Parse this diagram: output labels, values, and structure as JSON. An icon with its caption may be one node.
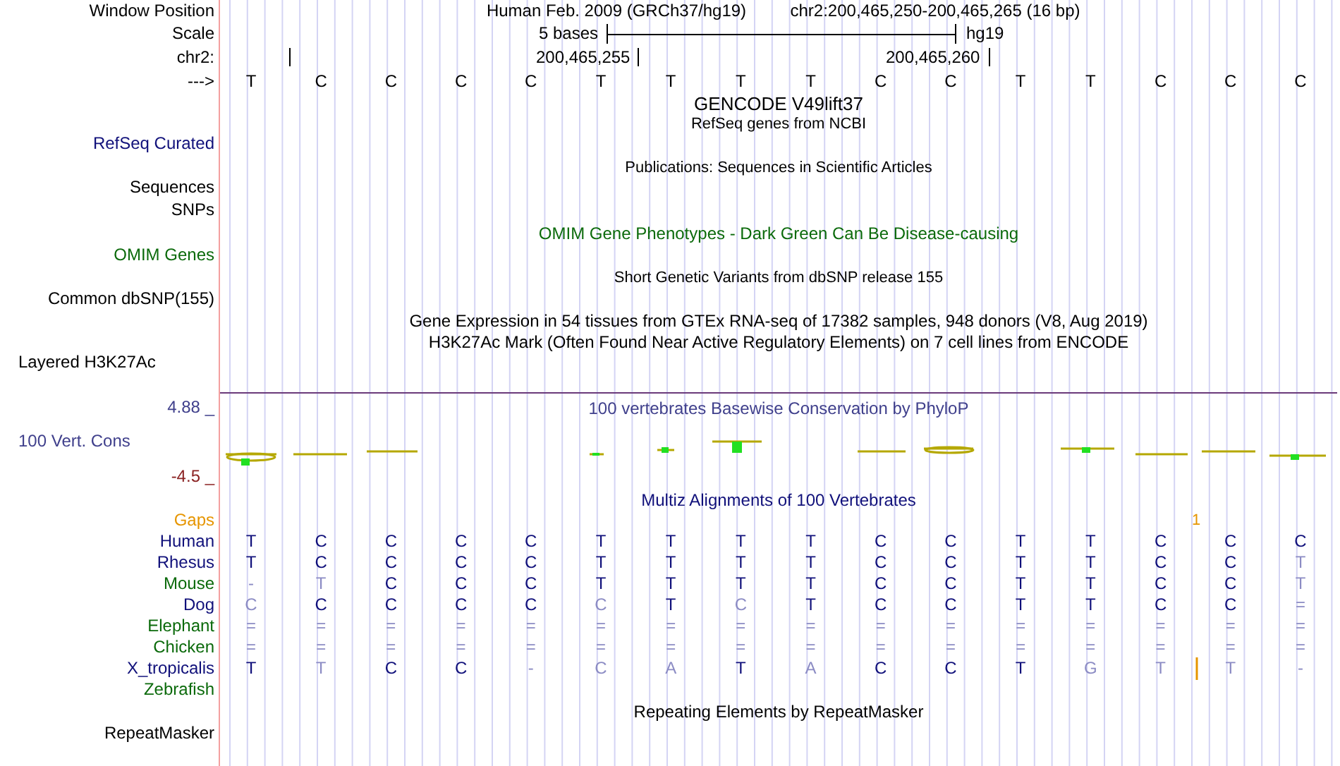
{
  "diagram": {
    "labels": [
      "Window Position",
      "Human Feb. 2009 (GRCh37/hg19)",
      "chr2:200,465,250-200,465,265 (16 bp)",
      "Scale",
      "5 bases",
      "hg19",
      "chr2:",
      "200,465,255",
      "200,465,260",
      "--->",
      "T",
      "C",
      "C",
      "C",
      "C",
      "T",
      "T",
      "T",
      "T",
      "C",
      "C",
      "T",
      "T",
      "C",
      "C",
      "C",
      "GENCODE V49lift37",
      "RefSeq genes from NCBI",
      "RefSeq Curated",
      "Publications: Sequences in Scientific Articles",
      "Sequences",
      "SNPs",
      "OMIM Gene Phenotypes - Dark Green Can Be Disease-causing",
      "OMIM Genes",
      "Short Genetic Variants from dbSNP release 155",
      "Common dbSNP(155)",
      "Gene Expression in 54 tissues from GTEx RNA-seq of 17382 samples, 948 donors (V8, Aug 2019)",
      "H3K27Ac Mark (Often Found Near Active Regulatory Elements) on 7 cell lines from ENCODE",
      "Layered H3K27Ac",
      "4.88 _",
      "100 vertebrates Basewise Conservation by PhyloP",
      "100 Vert. Cons",
      "-4.5 _",
      "Multiz Alignments of 100 Vertebrates",
      "Gaps",
      "1",
      "Human",
      "T",
      "C",
      "C",
      "C",
      "C",
      "T",
      "T",
      "T",
      "T",
      "C",
      "C",
      "T",
      "T",
      "C",
      "C",
      "C",
      "Rhesus",
      "T",
      "C",
      "C",
      "C",
      "C",
      "T",
      "T",
      "T",
      "T",
      "C",
      "C",
      "T",
      "T",
      "C",
      "C",
      "T",
      "Mouse",
      "-",
      "T",
      "C",
      "C",
      "C",
      "T",
      "T",
      "T",
      "T",
      "C",
      "C",
      "T",
      "T",
      "C",
      "C",
      "T",
      "Dog",
      "C",
      "C",
      "C",
      "C",
      "C",
      "C",
      "T",
      "C",
      "T",
      "C",
      "C",
      "T",
      "T",
      "C",
      "C",
      "=",
      "Elephant",
      "=",
      "=",
      "=",
      "=",
      "=",
      "=",
      "=",
      "=",
      "=",
      "=",
      "=",
      "=",
      "=",
      "=",
      "=",
      "=",
      "Chicken",
      "=",
      "=",
      "=",
      "=",
      "=",
      "=",
      "=",
      "=",
      "=",
      "=",
      "=",
      "=",
      "=",
      "=",
      "=",
      "=",
      "X_tropicalis",
      "T",
      "T",
      "C",
      "C",
      "-",
      "C",
      "A",
      "T",
      "A",
      "C",
      "C",
      "T",
      "G",
      "T",
      "T",
      "-",
      "Zebrafish",
      "Repeating Elements by RepeatMasker",
      "RepeatMasker"
    ]
  }
}
